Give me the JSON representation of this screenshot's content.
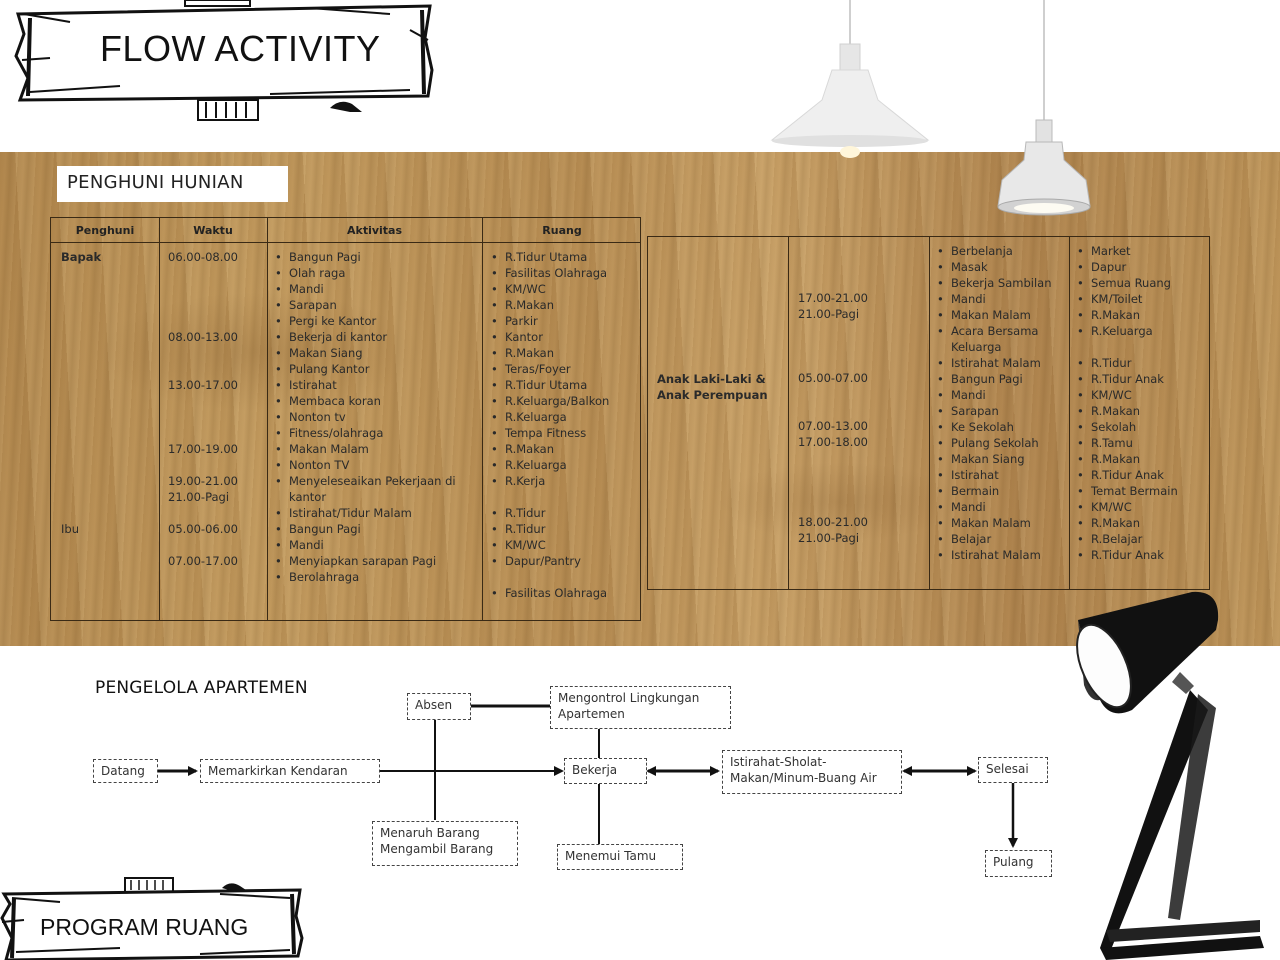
{
  "header": {
    "title": "FLOW ACTIVITY"
  },
  "footer": {
    "title": "PROGRAM RUANG"
  },
  "penghuni": {
    "label": "PENGHUNI HUNIAN",
    "table1": {
      "headers": [
        "Penghuni",
        "Waktu",
        "Aktivitas",
        "Ruang"
      ],
      "occupants": [
        "Bapak",
        "Ibu"
      ],
      "times": [
        "06.00-08.00",
        "08.00-13.00",
        "13.00-17.00",
        "17.00-19.00",
        "19.00-21.00",
        "21.00-Pagi",
        "05.00-06.00",
        "07.00-17.00"
      ],
      "activities": [
        "Bangun Pagi",
        "Olah raga",
        "Mandi",
        "Sarapan",
        "Pergi ke Kantor",
        "Bekerja di kantor",
        "Makan Siang",
        "Pulang Kantor",
        "Istirahat",
        "Membaca koran",
        "Nonton tv",
        "Fitness/olahraga",
        "Makan Malam",
        "Nonton TV",
        "Menyeleseaikan Pekerjaan di kantor",
        "Istirahat/Tidur Malam",
        "Bangun Pagi",
        "Mandi",
        "Menyiapkan sarapan Pagi",
        "Berolahraga"
      ],
      "rooms": [
        "R.Tidur Utama",
        "Fasilitas Olahraga",
        "KM/WC",
        "R.Makan",
        "Parkir",
        "Kantor",
        "R.Makan",
        "Teras/Foyer",
        "R.Tidur Utama",
        "R.Keluarga/Balkon",
        "R.Keluarga",
        "Tempa Fitness",
        "R.Makan",
        "R.Keluarga",
        "R.Kerja",
        "R.Tidur",
        "R.Tidur",
        "KM/WC",
        "Dapur/Pantry",
        "Fasilitas Olahraga"
      ]
    },
    "table2": {
      "occupant_line1": "Anak Laki-Laki  &",
      "occupant_line2": "Anak Perempuan",
      "times": [
        "17.00-21.00",
        "21.00-Pagi",
        "05.00-07.00",
        "07.00-13.00",
        "17.00-18.00",
        "18.00-21.00",
        "21.00-Pagi"
      ],
      "activities": [
        "Berbelanja",
        "Masak",
        "Bekerja Sambilan",
        "Mandi",
        "Makan Malam",
        "Acara Bersama Keluarga",
        "Istirahat Malam",
        "Bangun Pagi",
        "Mandi",
        "Sarapan",
        "Ke Sekolah",
        "Pulang Sekolah",
        "Makan Siang",
        "Istirahat",
        "Bermain",
        "Mandi",
        "Makan Malam",
        "Belajar",
        "Istirahat Malam"
      ],
      "rooms": [
        "Market",
        "Dapur",
        "Semua Ruang",
        "KM/Toilet",
        "R.Makan",
        "R.Keluarga",
        "R.Tidur",
        "R.Tidur Anak",
        "KM/WC",
        "R.Makan",
        "Sekolah",
        "R.Tamu",
        "R.Makan",
        "R.Tidur Anak",
        "Temat Bermain",
        "KM/WC",
        "R.Makan",
        "R.Belajar",
        "R.Tidur Anak"
      ]
    }
  },
  "flow": {
    "title": "PENGELOLA APARTEMEN",
    "nodes": {
      "datang": "Datang",
      "parkir": "Memarkirkan Kendaran",
      "absen": "Absen",
      "kontrol_1": "Mengontrol Lingkungan",
      "kontrol_2": "Apartemen",
      "bekerja": "Bekerja",
      "istirahat_1": "Istirahat-Sholat-",
      "istirahat_2": "Makan/Minum-Buang Air",
      "selesai": "Selesai",
      "pulang": "Pulang",
      "barang_1": "Menaruh Barang",
      "barang_2": "Mengambil Barang",
      "tamu": "Menemui Tamu"
    }
  },
  "colors": {
    "wood": "#be955a",
    "ink": "#1a1a1a",
    "table_line": "#3a2a15"
  }
}
